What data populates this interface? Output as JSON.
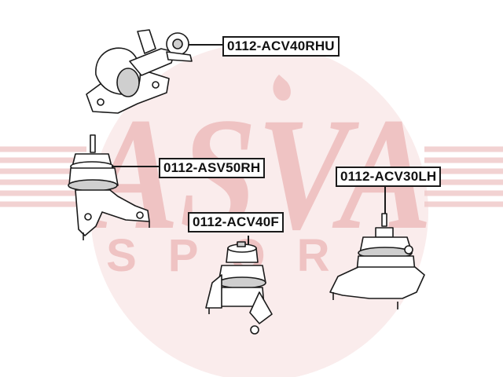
{
  "watermark": {
    "brand_text": "ASVA",
    "sub_text": "SPORT",
    "color": "#e8a9a9",
    "circle_color": "#f6dcdc"
  },
  "parts": [
    {
      "label": "0112-ACV40RHU"
    },
    {
      "label": "0112-ASV50RH"
    },
    {
      "label": "0112-ACV40F"
    },
    {
      "label": "0112-ACV30LH"
    }
  ],
  "colors": {
    "line": "#1a1a1a",
    "part_fill": "#ffffff",
    "shade": "#cfcfcf"
  }
}
